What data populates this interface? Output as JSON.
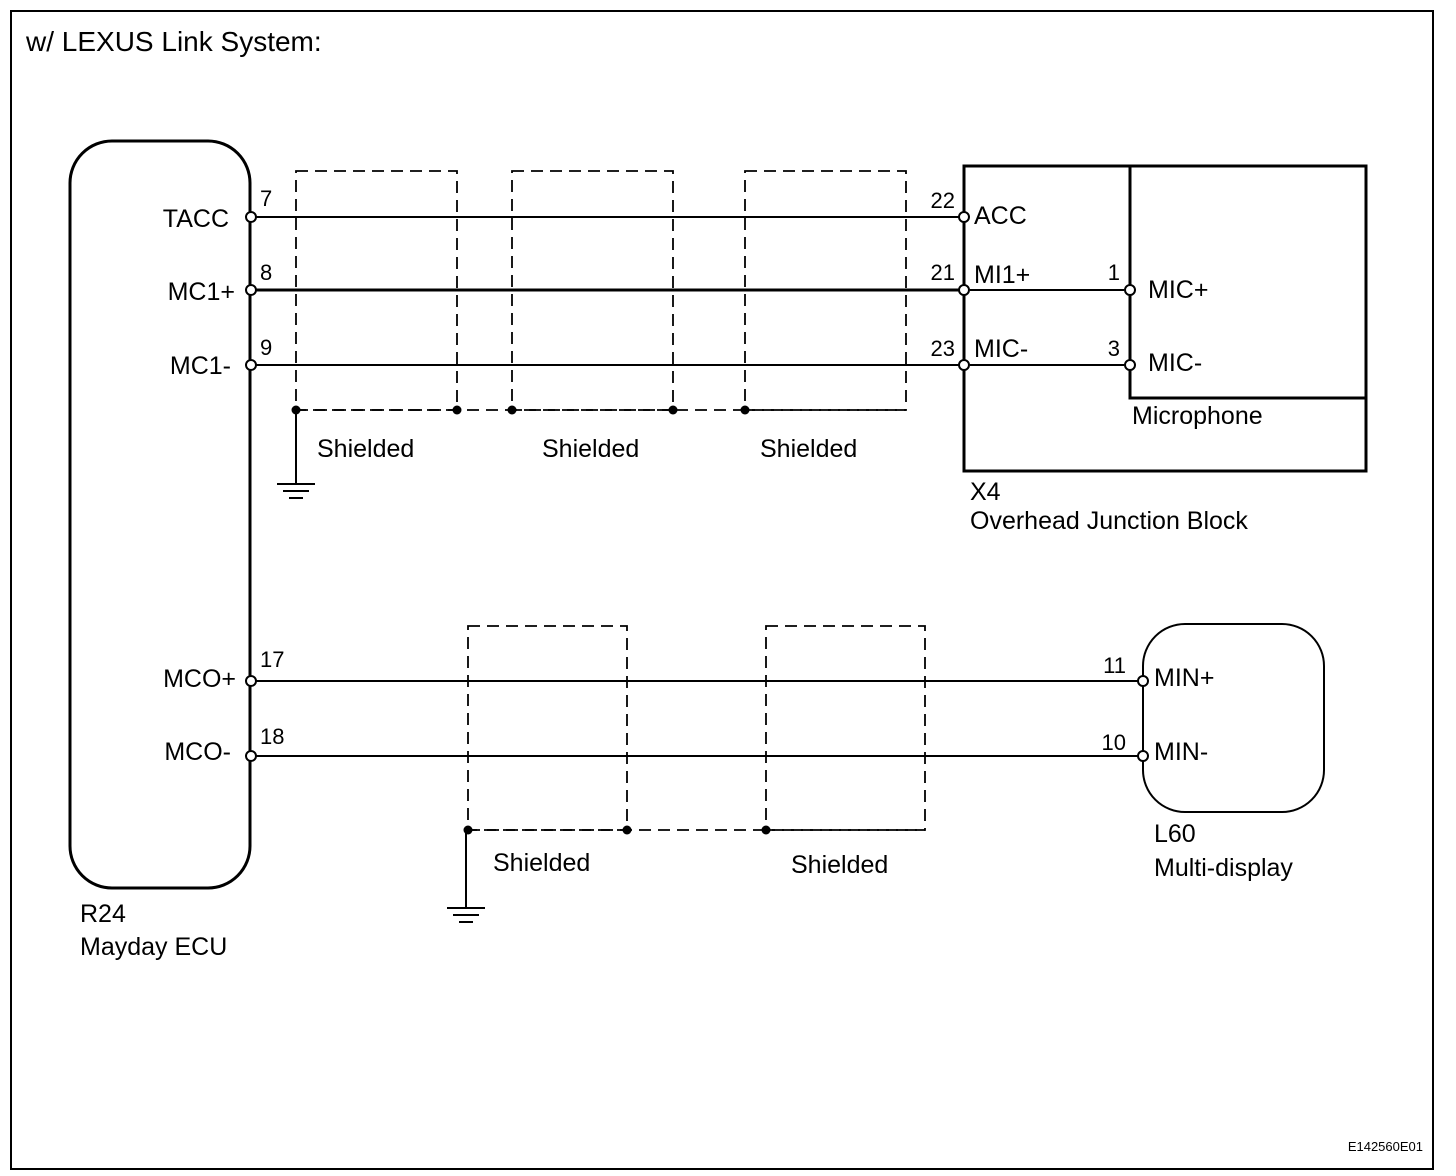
{
  "title": "w/ LEXUS Link System:",
  "image_code": "E142560E01",
  "ecu": {
    "code": "R24",
    "name": "Mayday ECU",
    "terminals": [
      {
        "label": "TACC",
        "pin": "7"
      },
      {
        "label": "MC1+",
        "pin": "8"
      },
      {
        "label": "MC1-",
        "pin": "9"
      },
      {
        "label": "MCO+",
        "pin": "17"
      },
      {
        "label": "MCO-",
        "pin": "18"
      }
    ]
  },
  "junction_block": {
    "code": "X4",
    "name": "Overhead Junction Block",
    "terminals": [
      {
        "label": "ACC",
        "pin": "22"
      },
      {
        "label": "MI1+",
        "pin": "21"
      },
      {
        "label": "MIC-",
        "pin": "23"
      }
    ]
  },
  "microphone": {
    "name": "Microphone",
    "terminals": [
      {
        "label": "MIC+",
        "pin": "1"
      },
      {
        "label": "MIC-",
        "pin": "3"
      }
    ]
  },
  "multi_display": {
    "code": "L60",
    "name": "Multi-display",
    "terminals": [
      {
        "label": "MIN+",
        "pin": "11"
      },
      {
        "label": "MIN-",
        "pin": "10"
      }
    ]
  },
  "shield_label": "Shielded"
}
